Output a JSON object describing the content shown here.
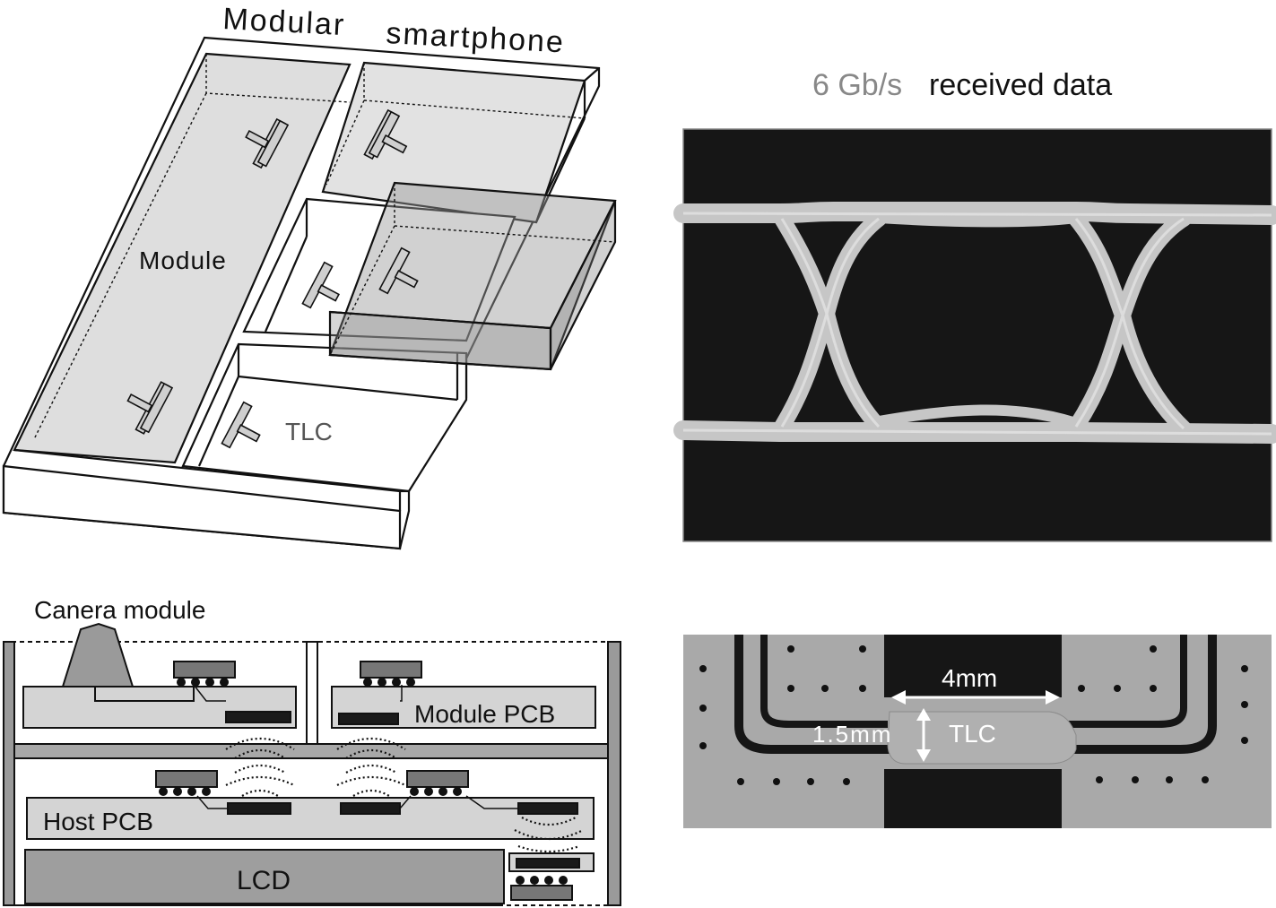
{
  "iso": {
    "title_left": "Modular",
    "title_right": "smartphone",
    "module_label": "Module",
    "tlc_label": "TLC"
  },
  "eye": {
    "title_gray": "6 Gb/s",
    "title_black": "received data"
  },
  "cross_section": {
    "camera_label": "Canera module",
    "module_pcb_label": "Module PCB",
    "host_pcb_label": "Host PCB",
    "lcd_label": "LCD"
  },
  "photo": {
    "width_label": "4mm",
    "height_label": "1.5mm",
    "tlc_label": "TLC"
  },
  "colors": {
    "light_panel": "#dcdcdc",
    "pcb_fill": "#d4d4d4",
    "dark_fill": "#1a1a1a",
    "eye_trace": "#c8c8c8",
    "photo_board": "#a9a9a9"
  }
}
